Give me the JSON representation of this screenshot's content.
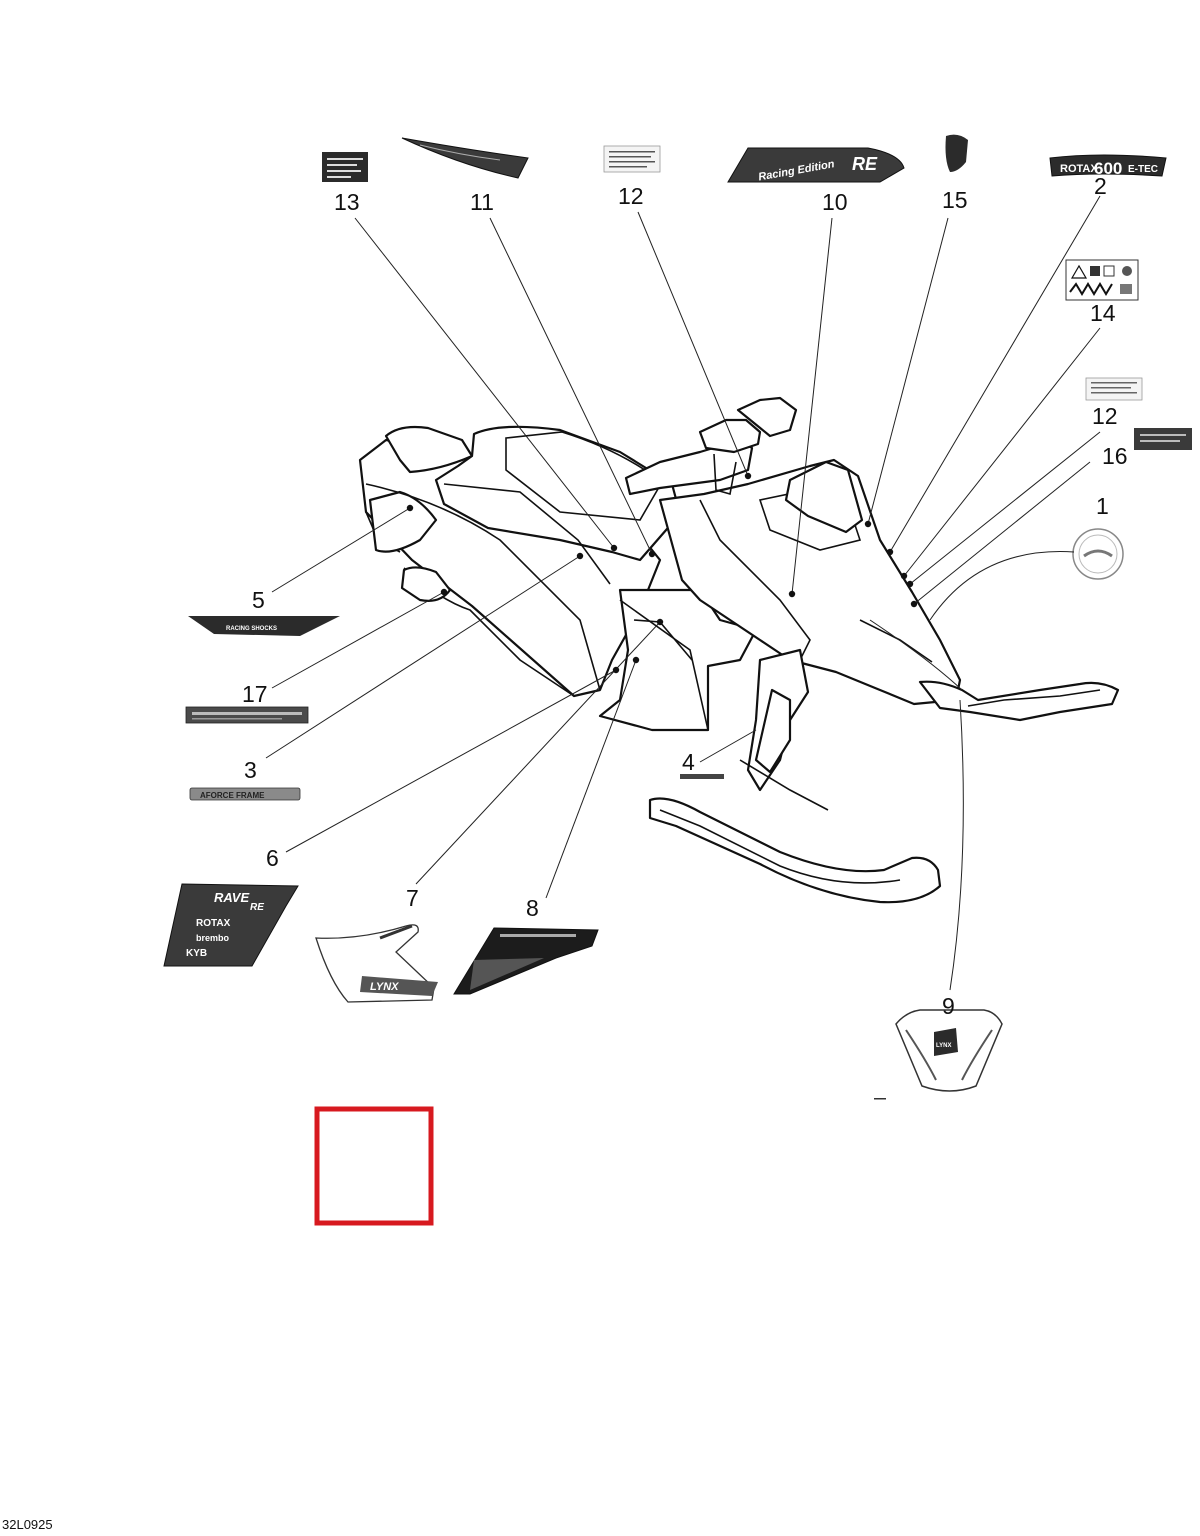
{
  "diagram_code": "32L0925",
  "callouts": [
    {
      "id": "c13",
      "label": "13"
    },
    {
      "id": "c11",
      "label": "11"
    },
    {
      "id": "c12a",
      "label": "12"
    },
    {
      "id": "c10",
      "label": "10"
    },
    {
      "id": "c15",
      "label": "15"
    },
    {
      "id": "c2",
      "label": "2"
    },
    {
      "id": "c14",
      "label": "14"
    },
    {
      "id": "c12b",
      "label": "12"
    },
    {
      "id": "c16",
      "label": "16"
    },
    {
      "id": "c1",
      "label": "1"
    },
    {
      "id": "c5",
      "label": "5"
    },
    {
      "id": "c17",
      "label": "17"
    },
    {
      "id": "c3",
      "label": "3"
    },
    {
      "id": "c4",
      "label": "4"
    },
    {
      "id": "c6",
      "label": "6"
    },
    {
      "id": "c7",
      "label": "7"
    },
    {
      "id": "c8",
      "label": "8"
    },
    {
      "id": "c9",
      "label": "9"
    }
  ],
  "decals": {
    "rotax_600": {
      "brand": "ROTAX",
      "model": "600",
      "suffix": "E-TEC"
    },
    "racing_edition": {
      "text": "Racing Edition",
      "badge": "RE"
    },
    "racing_shocks": {
      "text": "RACING SHOCKS"
    },
    "aforce_frame": {
      "text": "AFORCE FRAME"
    },
    "rave": {
      "title": "RAVE",
      "badge": "RE",
      "line1": "ROTAX",
      "line2": "brembo",
      "line3": "KYB"
    },
    "lynx": {
      "text": "LYNX"
    },
    "nose_lynx": {
      "text": "LYNX"
    }
  },
  "colors": {
    "line": "#111111",
    "decal_dark": "#3a3a3a",
    "decal_mid": "#6a6a6a",
    "highlight": "#d7191f"
  }
}
